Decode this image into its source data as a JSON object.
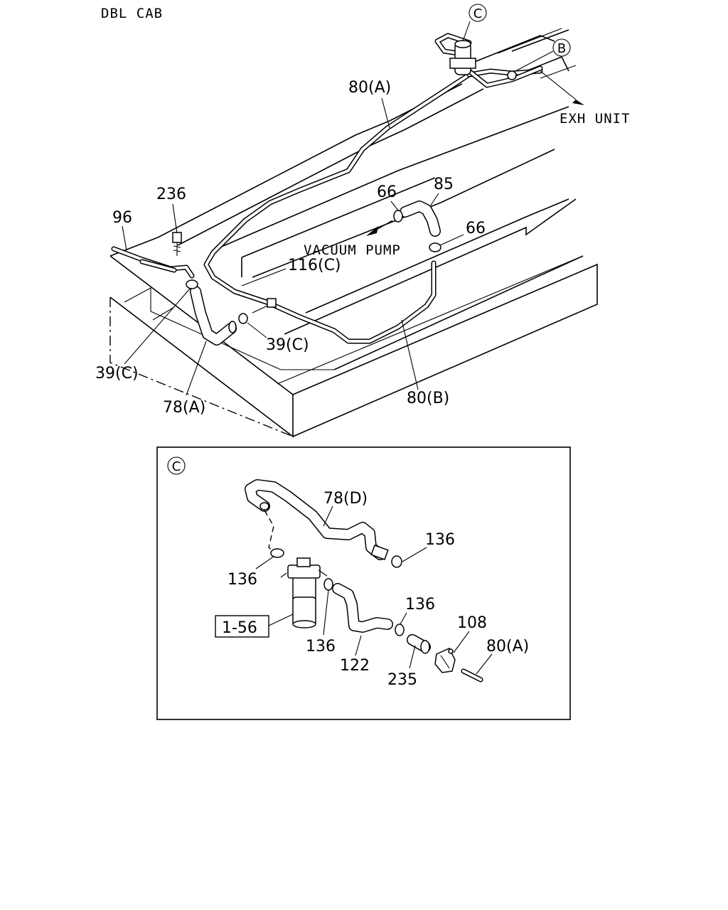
{
  "header": {
    "title": "DBL CAB"
  },
  "callouts": {
    "ref_c": "C",
    "ref_b": "B",
    "p80a": "80(A)",
    "exh_unit": "EXH UNIT",
    "p236": "236",
    "p96": "96",
    "p66_top": "66",
    "p85": "85",
    "p66_right": "66",
    "vacuum_pump": "VACUUM PUMP",
    "p116c": "116(C)",
    "p39c_right": "39(C)",
    "p39c_left": "39(C)",
    "p78a": "78(A)",
    "p80b": "80(B)"
  },
  "detail": {
    "ref_c": "C",
    "p78d": "78(D)",
    "p136_top": "136",
    "p136_left": "136",
    "p156": "1-56",
    "p136_mid": "136",
    "p122": "122",
    "p136_right": "136",
    "p235": "235",
    "p108": "108",
    "p80a": "80(A)"
  }
}
